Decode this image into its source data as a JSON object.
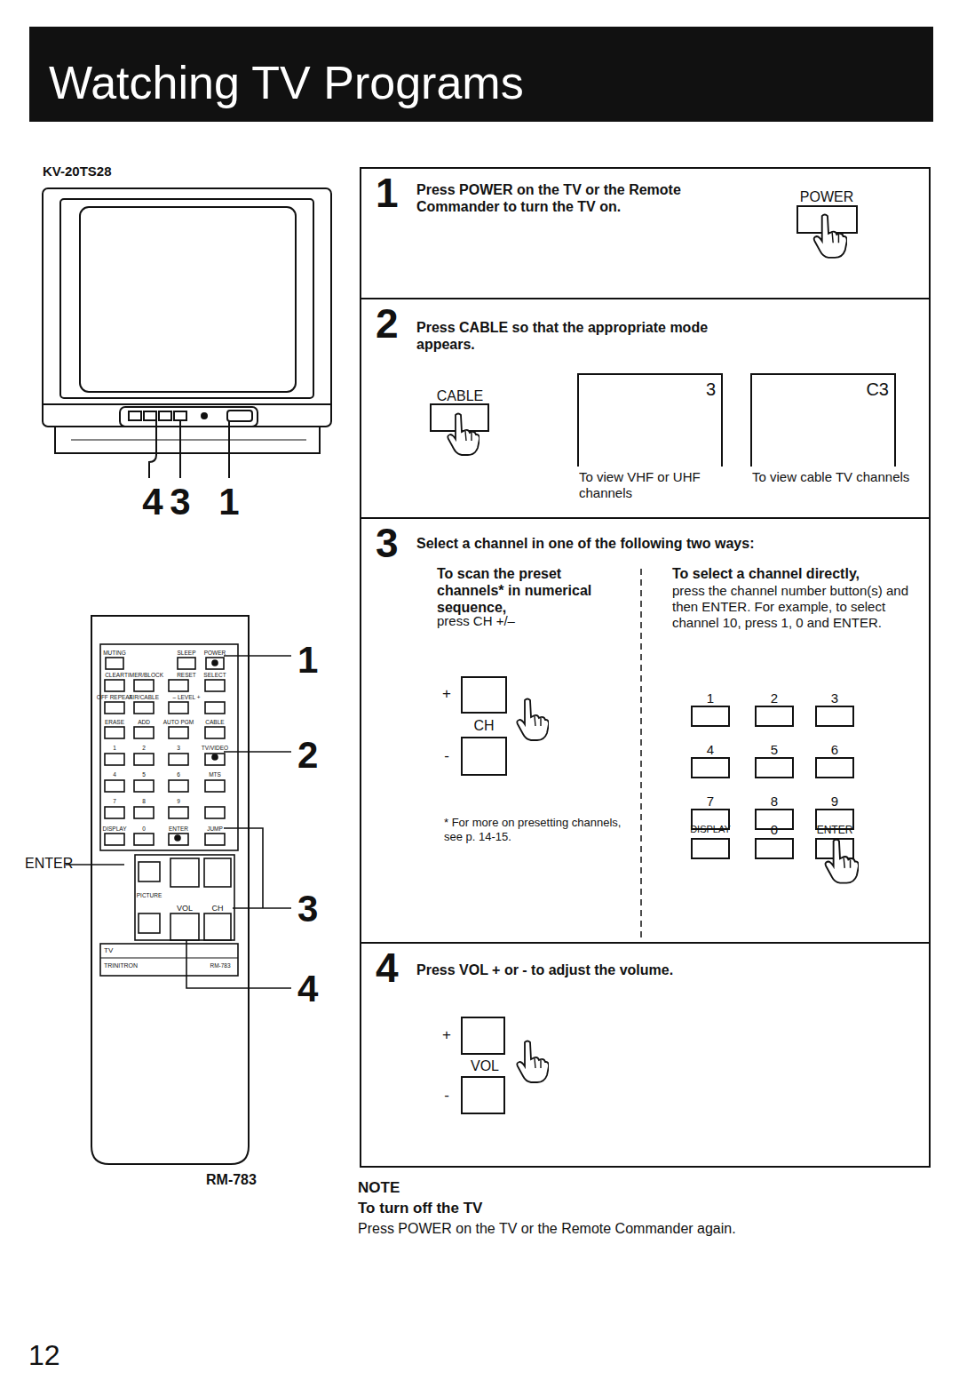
{
  "diagram": {
    "title": "Watching TV Programs",
    "nodes": [
      {
        "text": [
          "1",
          "Press POWER on the TV or the Remote Commander to turn the TV on."
        ]
      },
      {
        "text": [
          "2",
          "Press CABLE so that the appropriate mode appears."
        ]
      },
      {
        "text": [
          "3",
          "To view VHF or UHF channels"
        ],
        "in": 1
      },
      {
        "text": [
          "C3",
          "To view cable TV channels"
        ],
        "in": 1
      },
      {
        "text": [
          "3",
          "Select a channel in one of the following two ways:",
          "To scan the preset channels* in numerical sequence,",
          "press CH +/–",
          "To select a channel directly,",
          "press the channel number button(s) and then ENTER. For example, to select channel 10, press 1, 0 and ENTER.",
          "* For more on presetting channels, see p. 14-15."
        ]
      },
      {
        "text": [
          "4",
          "Press VOL + or - to adjust the volume."
        ]
      }
    ],
    "labels": [
      "KV-20TS28",
      "4",
      "3",
      "1",
      "MUTING",
      "SLEEP",
      "POWER",
      "CLEAR",
      "TIMER/BLOCK",
      "RESET",
      "SELECT",
      "OFF REPEAT",
      "AIR/CABLE",
      "– LEVEL +",
      "ERASE",
      "ADD",
      "AUTO PGM",
      "CABLE",
      "1",
      "2",
      "3",
      "TV/VIDEO",
      "4",
      "5",
      "6",
      "MTS",
      "7",
      "8",
      "9",
      "DISPLAY",
      "0",
      "ENTER",
      "JUMP",
      "PICTURE",
      "VOL",
      "CH",
      "TV",
      "TRINITRON",
      "RM-783",
      "1",
      "2",
      "3",
      "4",
      "ENTER",
      "RM-783",
      "POWER",
      "CABLE",
      "+",
      "CH",
      "-",
      "1",
      "2",
      "3",
      "4",
      "5",
      "6",
      "7",
      "8",
      "9",
      "DISPLAY",
      "0",
      "ENTER",
      "+",
      "VOL",
      "-",
      "NOTE",
      "To turn off the TV",
      "Press POWER on the TV or the Remote Commander again.",
      "12"
    ]
  }
}
